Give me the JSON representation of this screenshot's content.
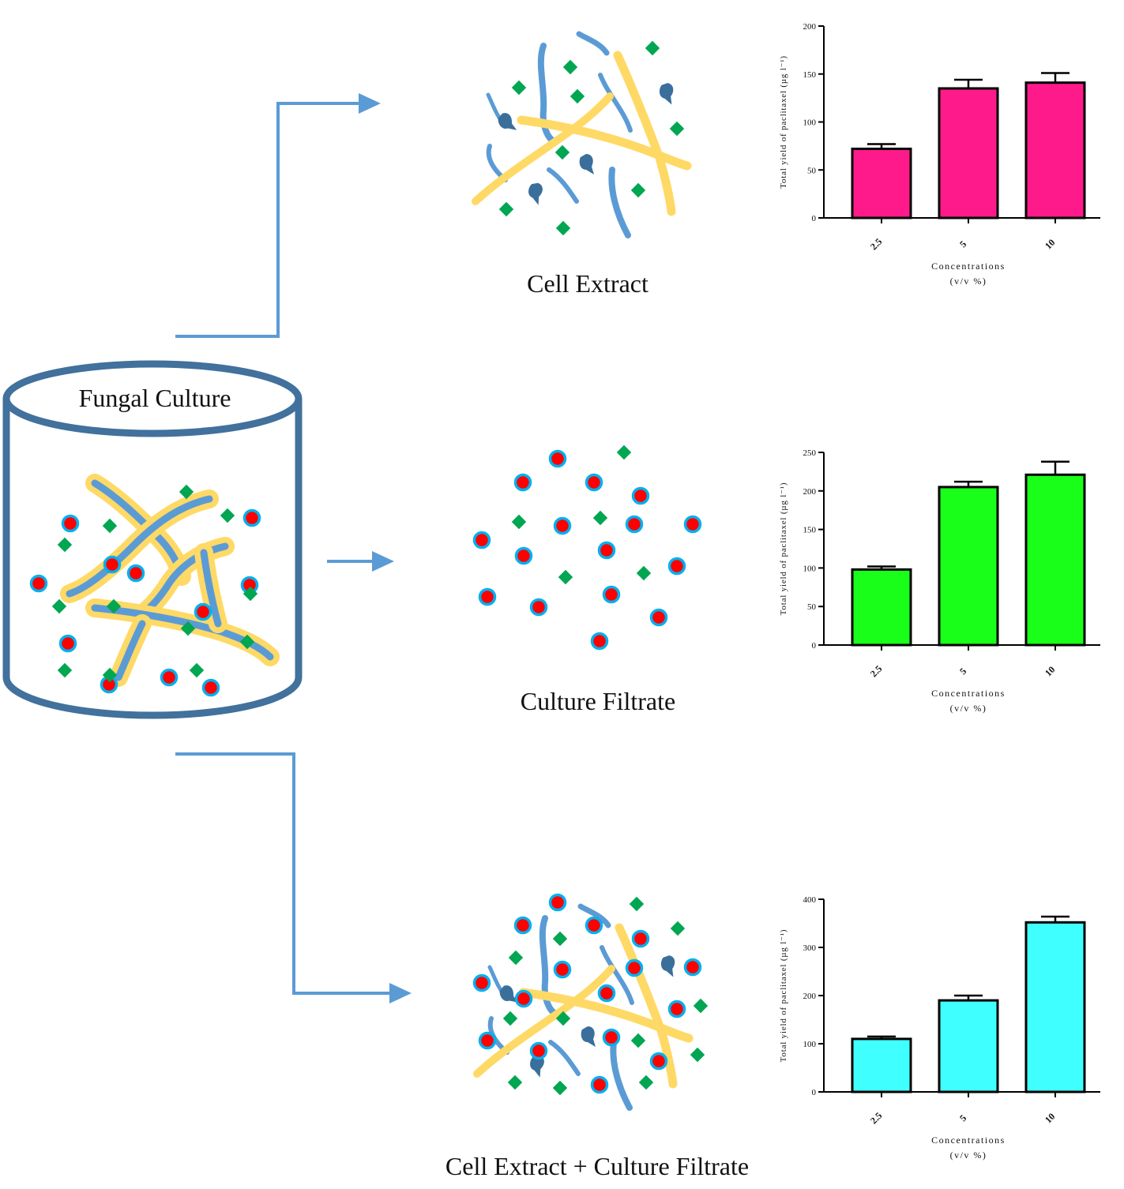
{
  "culture": {
    "title": "Fungal Culture"
  },
  "panels": [
    {
      "label": "Cell Extract"
    },
    {
      "label": "Culture Filtrate"
    },
    {
      "label": "Cell Extract + Culture Filtrate"
    }
  ],
  "legend_colors": {
    "arrow": "#5b9bd5",
    "vessel": "#41719c",
    "hypha_yellow": "#ffd966",
    "hypha_blue": "#5b9bd5",
    "spore_dark": "#3a6f9c",
    "diamond": "#00a651",
    "dot_red": "#ff0000",
    "dot_ring": "#00b0f0"
  },
  "chart_data": [
    {
      "type": "bar",
      "categories": [
        "2.5",
        "5",
        "10"
      ],
      "values": [
        72,
        135,
        141
      ],
      "errors": [
        5,
        9,
        10
      ],
      "ylabel": "Total yield of paclitaxel (µg l⁻¹)",
      "xlabel": "Concentrations",
      "xlabel_sub": "(v/v %)",
      "ylim": [
        0,
        200
      ],
      "yticks": [
        "0",
        "50",
        "100",
        "150",
        "200"
      ],
      "color": "#ff1a8c"
    },
    {
      "type": "bar",
      "categories": [
        "2.5",
        "5",
        "10"
      ],
      "values": [
        98,
        205,
        221
      ],
      "errors": [
        4,
        7,
        17
      ],
      "ylabel": "Total yield of paclitaxel (µg l⁻¹)",
      "xlabel": "Concentrations",
      "xlabel_sub": "(v/v %)",
      "ylim": [
        0,
        250
      ],
      "yticks": [
        "0",
        "50",
        "100",
        "150",
        "200",
        "250"
      ],
      "color": "#1aff1a"
    },
    {
      "type": "bar",
      "categories": [
        "2.5",
        "5",
        "10"
      ],
      "values": [
        110,
        190,
        352
      ],
      "errors": [
        5,
        10,
        12
      ],
      "ylabel": "Total yield of paclitaxel (µg l⁻¹)",
      "xlabel": "Concentrations",
      "xlabel_sub": "(v/v %)",
      "ylim": [
        0,
        400
      ],
      "yticks": [
        "0",
        "100",
        "200",
        "300",
        "400"
      ],
      "color": "#40ffff"
    }
  ]
}
